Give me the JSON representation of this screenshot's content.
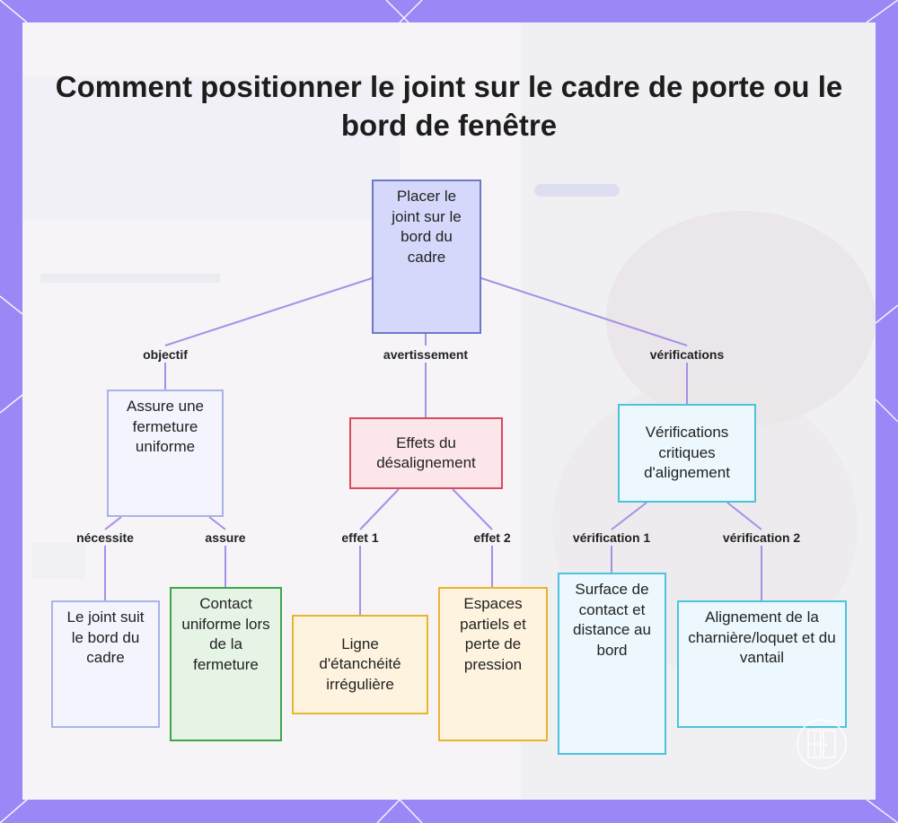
{
  "title": "Comment positionner le joint sur le cadre de porte ou le bord de fenêtre",
  "nodes": {
    "root": "Placer le joint sur le bord du cadre",
    "objective": "Assure une fermeture uniforme",
    "warning": "Effets du désalignement",
    "checks": "Vérifications critiques d'alignement",
    "follow_edge": "Le joint suit le bord du cadre",
    "uniform_contact": "Contact uniforme lors de la fermeture",
    "irregular_line": "Ligne d'étanchéité irrégulière",
    "partial_gaps": "Espaces partiels et perte de pression",
    "contact_surface": "Surface de contact et distance au bord",
    "hinge_alignment": "Alignement de la charnière/loquet et du vantail"
  },
  "edges": {
    "objectif": "objectif",
    "avertissement": "avertissement",
    "verifications": "vérifications",
    "necessite": "nécessite",
    "assure": "assure",
    "effet1": "effet 1",
    "effet2": "effet 2",
    "verification1": "vérification 1",
    "verification2": "vérification 2"
  },
  "colors": {
    "frame": "#9b87f5",
    "link": "#a590e8",
    "root_fill": "#d6d8fb",
    "root_border": "#6f78c8",
    "objective_fill": "#f3f4fd",
    "objective_border": "#a8b4e6",
    "warning_fill": "#fde6ea",
    "warning_border": "#d9495e",
    "checks_fill": "#ecf8fd",
    "checks_border": "#4cc3de",
    "green_fill": "#e6f4e6",
    "green_border": "#3fa64a",
    "yellow_fill": "#fdf3df",
    "yellow_border": "#e8b530"
  },
  "icons": [
    "door-window-logo-icon"
  ]
}
